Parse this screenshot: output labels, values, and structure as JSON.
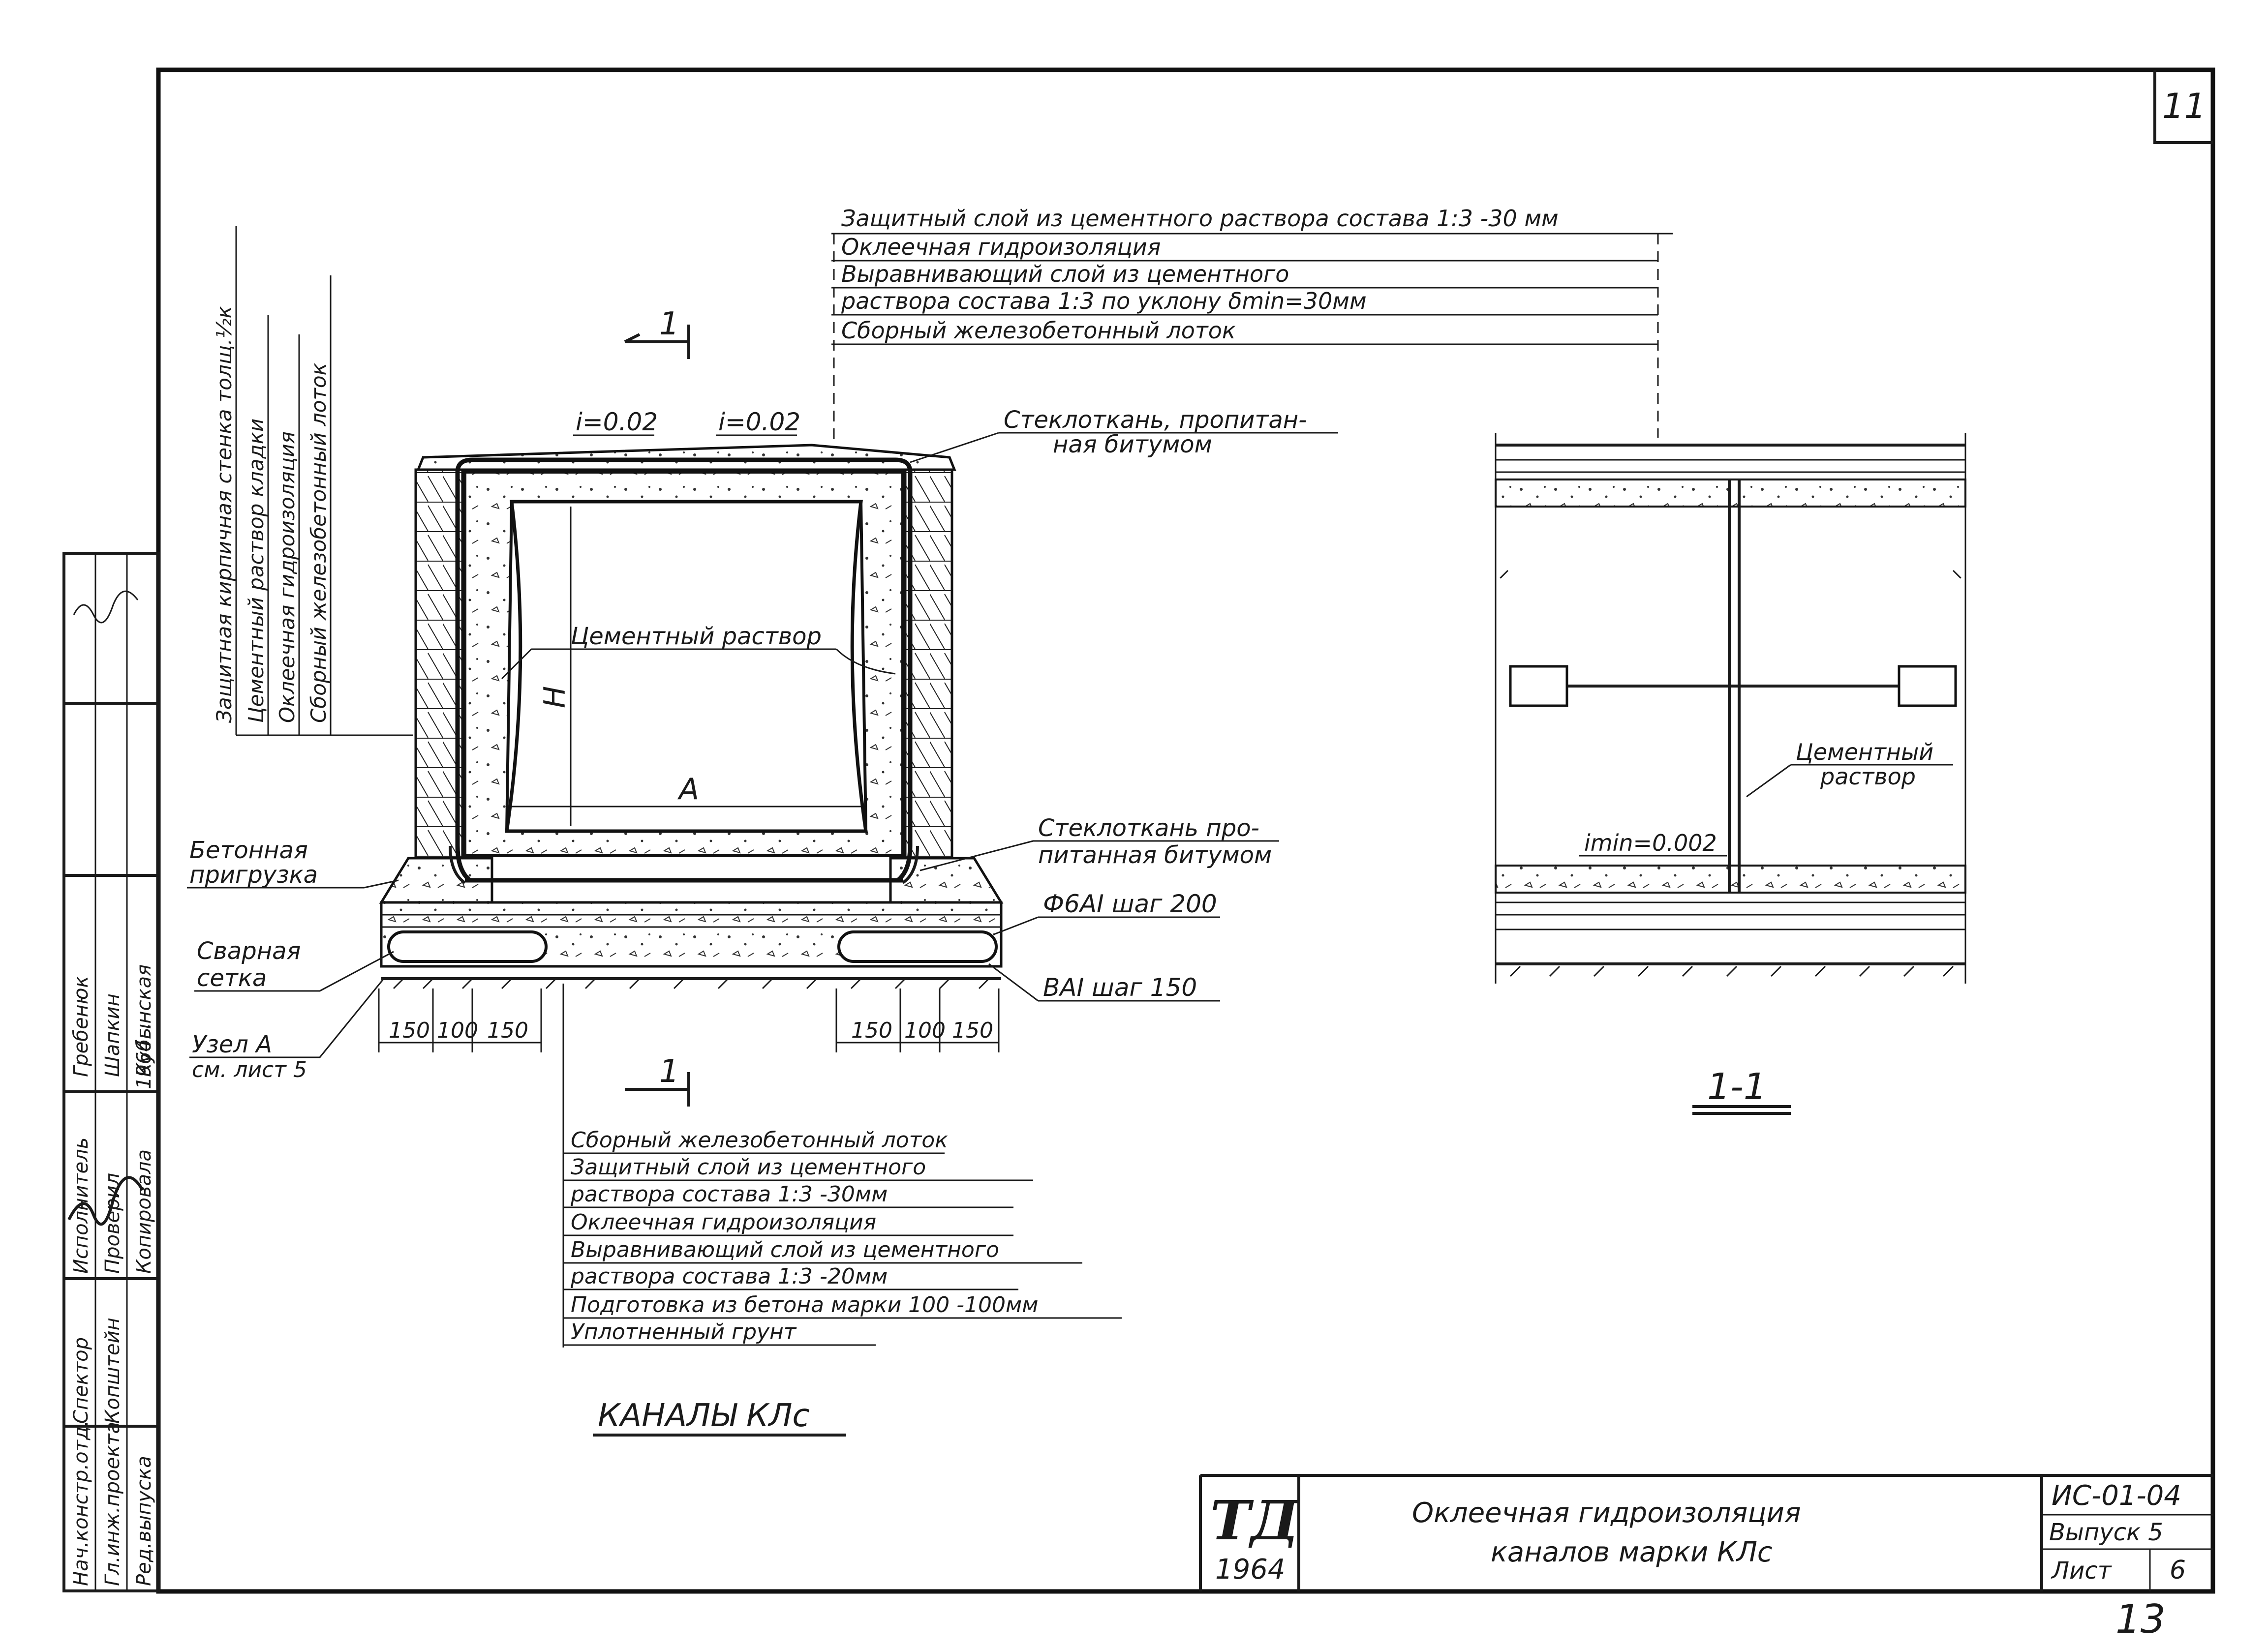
{
  "sheet": {
    "sheet_no_top": "11",
    "sheet_no_bottom": "13",
    "stamp_logo": "ТД",
    "stamp_year": "1964",
    "title_line1": "Оклеечная гидроизоляция",
    "title_line2": "каналов марки КЛс",
    "code": "ИС-01-04",
    "issue": "Выпуск 5",
    "sheet_label": "Лист",
    "sheet_value": "6"
  },
  "side_stamp": {
    "rows": [
      {
        "role": "Нач.констр.отд.",
        "name": "Спектор",
        "date": ""
      },
      {
        "role": "Гл.инж.проекта",
        "name": "Копштейн",
        "date": ""
      },
      {
        "role": "Ред.выпуска",
        "name": "",
        "date": "1964г."
      },
      {
        "role": "Исполнитель",
        "name": "Гребенюк",
        "date": ""
      },
      {
        "role": "Проверил",
        "name": "Шапкин",
        "date": ""
      },
      {
        "role": "Копировала",
        "name": "Кубынская",
        "date": ""
      }
    ]
  },
  "section_marks": {
    "top": "1",
    "bottom": "1",
    "view_label": "1-1",
    "caption": "КАНАЛЫ КЛс"
  },
  "callouts_top": [
    "Защитный слой из цементного раствора состава 1:3 -30 мм",
    "Оклеечная гидроизоляция",
    "Выравнивающий слой из цементного",
    "раствора состава 1:3 по уклону δmin=30мм",
    "Сборный железобетонный лоток"
  ],
  "callouts_left_vertical": [
    "Защитная кирпичная стенка толщ.½к",
    "Цементный раствор кладки",
    "Оклеечная гидроизоляция",
    "Сборный железобетонный лоток"
  ],
  "callouts_bottom": [
    "Сборный железобетонный лоток",
    "Защитный слой из цементного",
    "раствора состава 1:3 -30мм",
    "Оклеечная гидроизоляция",
    "Выравнивающий слой из цементного",
    "раствора состава 1:3 -20мм",
    "Подготовка из бетона марки 100 -100мм",
    "Уплотненный грунт"
  ],
  "labels": {
    "slope_left": "i=0.02",
    "slope_right": "i=0.02",
    "fiberglass_top_1": "Стеклоткань, пропитан-",
    "fiberglass_top_2": "ная битумом",
    "cement_mortar_inner": "Цементный раствор",
    "dim_h": "H",
    "dim_a": "A",
    "fiberglass_bot_1": "Стеклоткань про-",
    "fiberglass_bot_2": "питанная битумом",
    "concrete_load_1": "Бетонная",
    "concrete_load_2": "пригрузка",
    "welded_mesh_1": "Сварная",
    "welded_mesh_2": "сетка",
    "node_a_1": "Узел А",
    "node_a_2": "см. лист 5",
    "rebar_1": "Ф6АI шаг 200",
    "rebar_2": "ВАI шаг 150",
    "dims_left": [
      "150",
      "100",
      "150"
    ],
    "dims_right": [
      "150",
      "100",
      "150"
    ],
    "section_mortar_1": "Цементный",
    "section_mortar_2": "раствор",
    "slope_min": "imin=0.002"
  }
}
